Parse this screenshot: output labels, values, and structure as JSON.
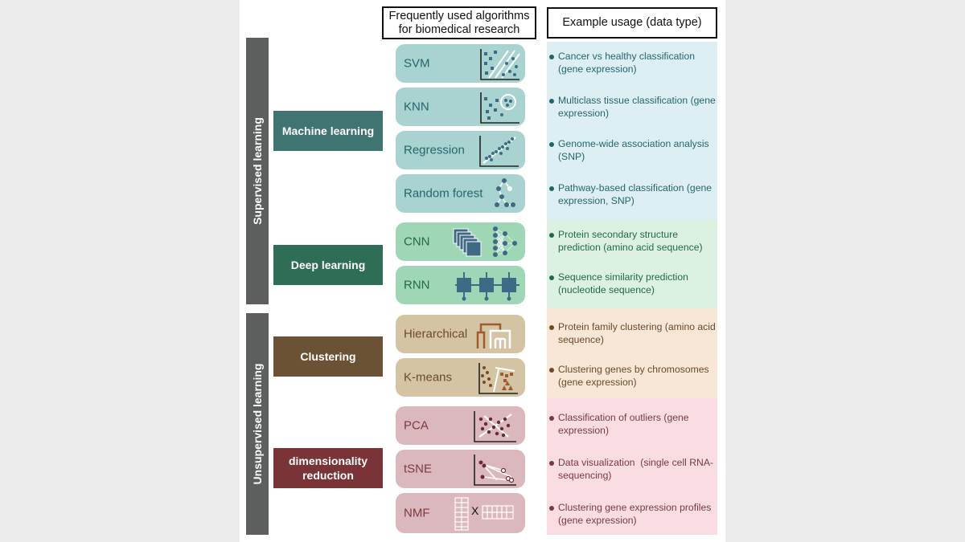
{
  "headers": {
    "algorithms": "Frequently used algorithms for biomedical research",
    "usage": "Example usage (data type)"
  },
  "groups": {
    "supervised": "Supervised learning",
    "unsupervised": "Unsupervised learning"
  },
  "categories": {
    "machine_learning": "Machine learning",
    "deep_learning": "Deep learning",
    "clustering": "Clustering",
    "dim_reduction": "dimensionality reduction"
  },
  "algorithms": {
    "svm": "SVM",
    "knn": "KNN",
    "regression": "Regression",
    "random_forest": "Random forest",
    "cnn": "CNN",
    "rnn": "RNN",
    "hierarchical": "Hierarchical",
    "kmeans": "K-means",
    "pca": "PCA",
    "tsne": "tSNE",
    "nmf": "NMF",
    "nmf_multiply": "X"
  },
  "usage": {
    "svm": "Cancer vs healthy classification (gene expression)",
    "knn": "Multiclass tissue classification (gene expression)",
    "regression": "Genome-wide association analysis (SNP)",
    "random_forest": "Pathway-based classification (gene expression, SNP)",
    "cnn": "Protein secondary structure prediction (amino acid sequence)",
    "rnn": "Sequence similarity prediction (nucleotide sequence)",
    "hierarchical": "Protein family clustering (amino acid sequence)",
    "kmeans": "Clustering genes by chromosomes (gene expression)",
    "pca": "Classification of outliers (gene expression)",
    "tsne": "Data visualization  (single cell RNA-sequencing)",
    "nmf": "Clustering gene expression profiles (gene expression)"
  },
  "colors": {
    "ml_dark": "#3f7473",
    "ml_pill": "#a9d3d1",
    "ml_text": "#23666a",
    "ml_panel": "#deeff4",
    "dl_dark": "#2f6d57",
    "dl_pill": "#9fd6b6",
    "dl_text": "#1f6a4a",
    "dl_panel": "#dcf1e2",
    "cl_dark": "#6b5234",
    "cl_pill": "#d5c4a3",
    "cl_text": "#6a4a2a",
    "cl_panel": "#f8e6d6",
    "dr_dark": "#7a3438",
    "dr_pill": "#dbb8bd",
    "dr_text": "#7a3a40",
    "dr_panel": "#f9dde3",
    "icon_blue": "#3e6a86",
    "side_bar": "#5d5f5f"
  },
  "icons": {
    "svm": "svm-scatter-icon",
    "knn": "knn-scatter-icon",
    "regression": "regression-line-icon",
    "random_forest": "decision-tree-icon",
    "cnn": "cnn-network-icon",
    "rnn": "rnn-chain-icon",
    "hierarchical": "dendrogram-icon",
    "kmeans": "kmeans-scatter-icon",
    "pca": "pca-scatter-icon",
    "tsne": "tsne-scatter-icon",
    "nmf": "matrix-factorization-icon"
  }
}
